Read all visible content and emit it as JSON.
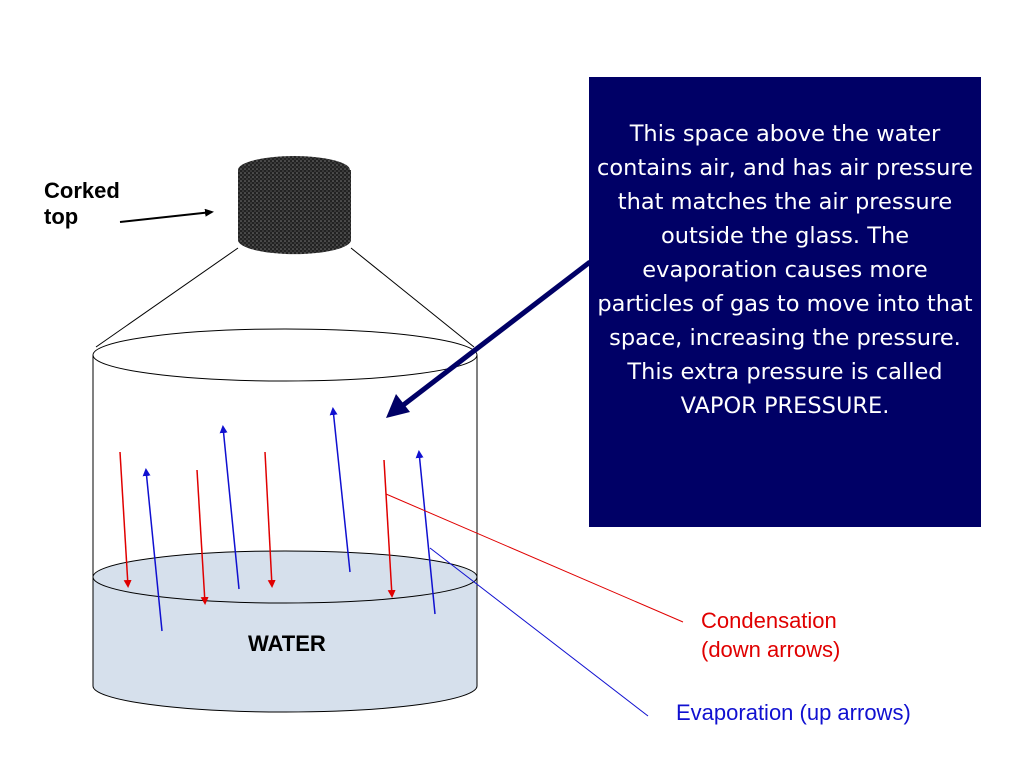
{
  "labels": {
    "corked_line1": "Corked",
    "corked_line2": "top",
    "water": "WATER",
    "condensation_line1": "Condensation",
    "condensation_line2": "(down arrows)",
    "evaporation": "Evaporation (up arrows)"
  },
  "info_box": {
    "text": "This space above the water contains air, and has air pressure that matches the air pressure outside the glass.  The evaporation causes more particles of gas to move into that space, increasing the pressure.  This extra pressure is called",
    "emphasis": "VAPOR PRESSURE."
  },
  "colors": {
    "condensation": "#e00000",
    "evaporation": "#1010d0",
    "info_box_bg": "#000066",
    "water": "#d6e0ec",
    "pointer_arrow": "#000066"
  }
}
